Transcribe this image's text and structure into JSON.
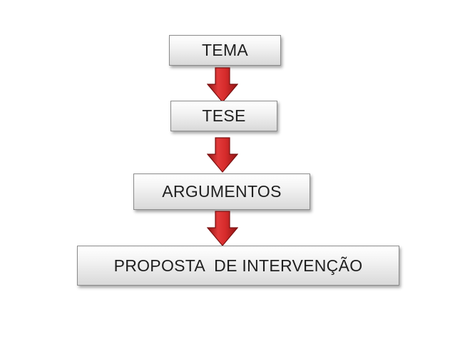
{
  "diagram": {
    "steps": [
      {
        "label": "TEMA"
      },
      {
        "label": "TESE"
      },
      {
        "label": "ARGUMENTOS"
      },
      {
        "label": "PROPOSTA  DE INTERVENÇÃO"
      }
    ],
    "connectors": [
      "arrow-down",
      "arrow-down",
      "arrow-down"
    ],
    "colors": {
      "arrow": "#d62b2b",
      "arrow_dark": "#8e1414",
      "box_border": "#8c8c8c",
      "text": "#1f1f1f"
    }
  }
}
